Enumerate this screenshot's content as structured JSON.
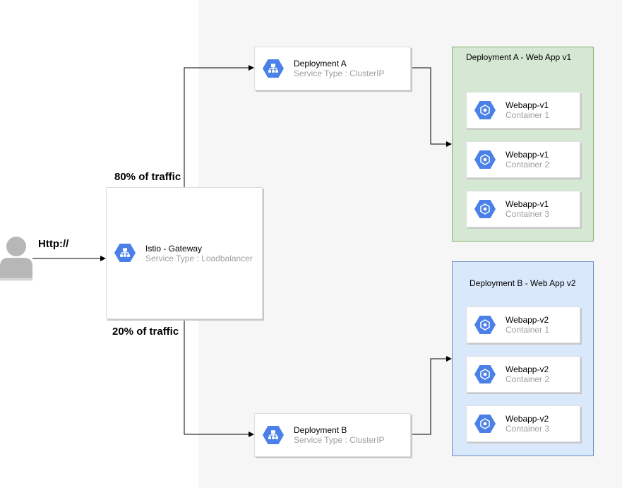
{
  "colors": {
    "icon_blue": "#4a80e8",
    "group_a_fill": "#d5e8d4",
    "group_a_border": "#82b366",
    "group_b_fill": "#dae8fc",
    "group_b_border": "#6c8ebf"
  },
  "user": {
    "icon": "user-icon",
    "protocol_label": "Http://"
  },
  "gateway": {
    "icon": "load-balancer-icon",
    "title": "Istio - Gateway",
    "subtitle": "Service Type : Loadbalancer"
  },
  "traffic": {
    "top_label": "80% of traffic",
    "bottom_label": "20% of traffic"
  },
  "deployment_a": {
    "icon": "load-balancer-icon",
    "title": "Deployment A",
    "subtitle": "Service Type : ClusterIP"
  },
  "deployment_b": {
    "icon": "load-balancer-icon",
    "title": "Deployment B",
    "subtitle": "Service Type : ClusterIP"
  },
  "group_a": {
    "title": "Deployment A - Web App v1",
    "containers": [
      {
        "name": "Webapp-v1",
        "label": "Container 1",
        "icon": "container-engine-icon"
      },
      {
        "name": "Webapp-v1",
        "label": "Container 2",
        "icon": "container-engine-icon"
      },
      {
        "name": "Webapp-v1",
        "label": "Container 3",
        "icon": "container-engine-icon"
      }
    ]
  },
  "group_b": {
    "title": "Deployment B - Web App v2",
    "containers": [
      {
        "name": "Webapp-v2",
        "label": "Container 1",
        "icon": "container-engine-icon"
      },
      {
        "name": "Webapp-v2",
        "label": "Container 2",
        "icon": "container-engine-icon"
      },
      {
        "name": "Webapp-v2",
        "label": "Container 3",
        "icon": "container-engine-icon"
      }
    ]
  }
}
